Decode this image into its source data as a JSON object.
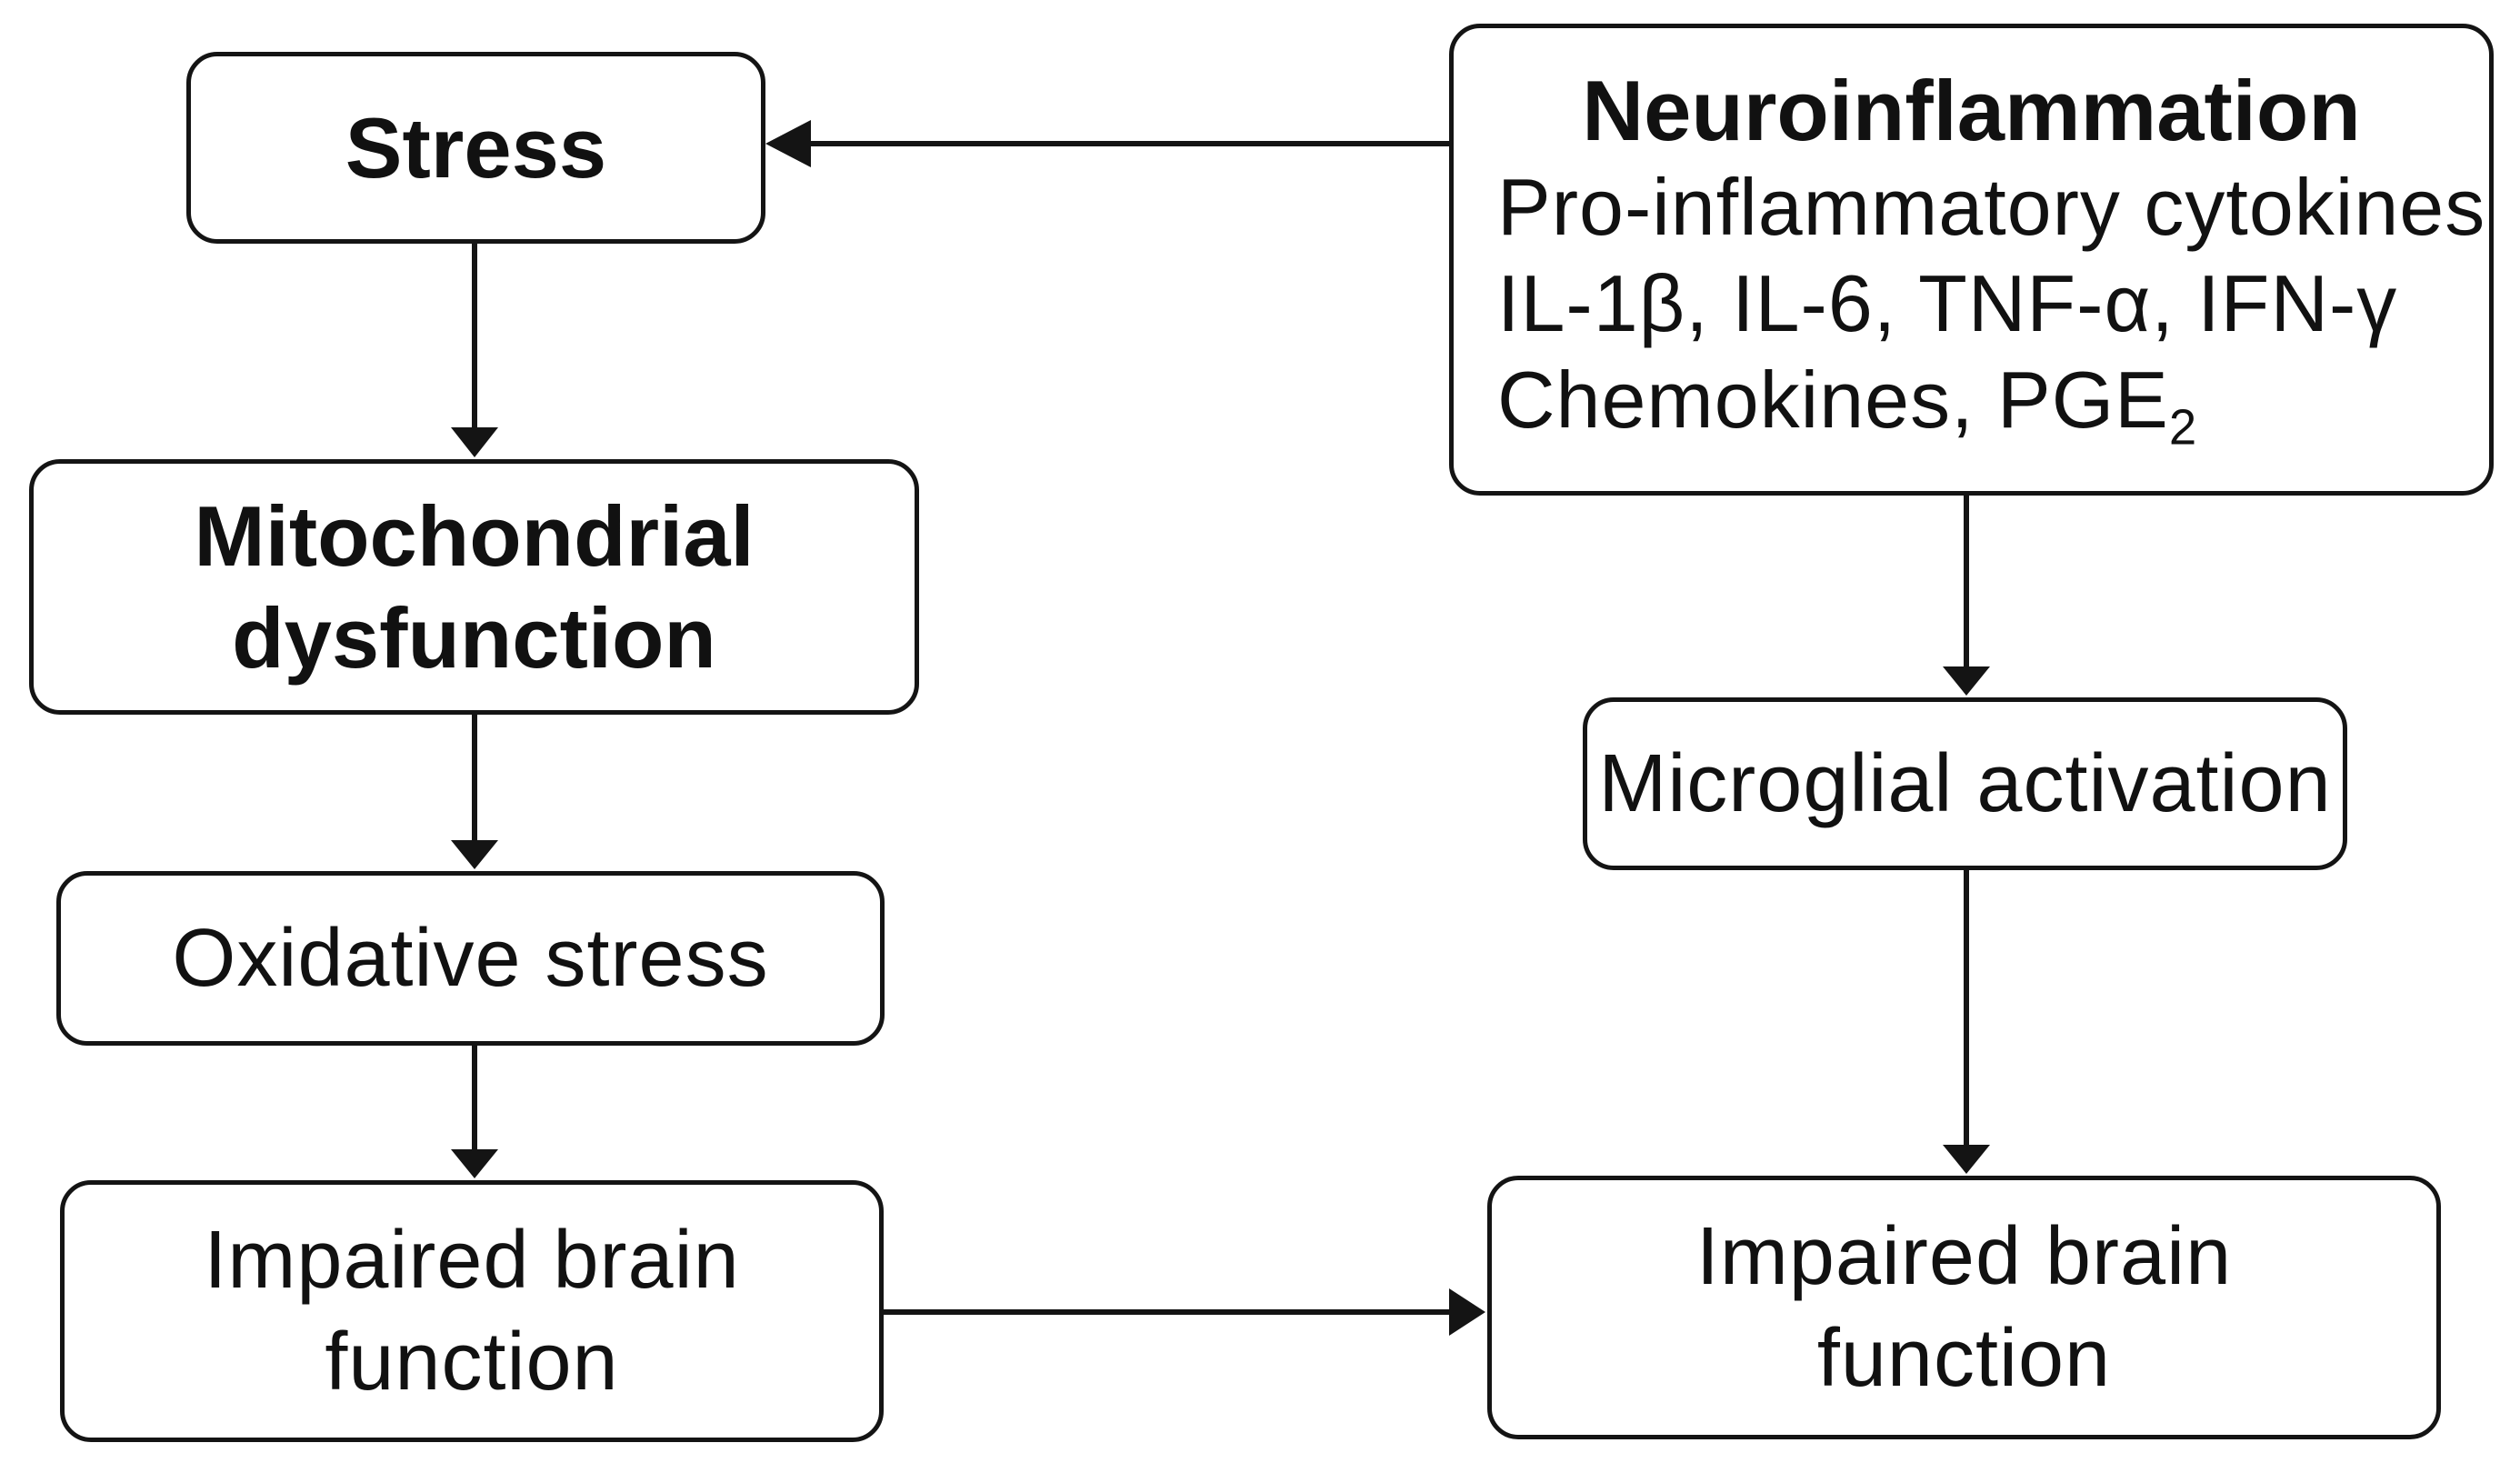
{
  "diagram": {
    "background": "#ffffff",
    "line_color": "#141414",
    "text_color": "#111111",
    "nodes": {
      "stress": {
        "label": "Stress"
      },
      "mitochondrial_dysfunction": {
        "lines": [
          "Mitochondrial",
          "dysfunction"
        ]
      },
      "oxidative_stress": {
        "label": "Oxidative stress"
      },
      "impaired_brain_function_left": {
        "lines": [
          "Impaired brain",
          "function"
        ]
      },
      "neuroinflammation": {
        "title": "Neuroinflammation",
        "line1": "Pro-inflammatory cytokines",
        "line2": "IL-1β, IL-6, TNF-α, IFN-γ",
        "line3_prefix": "Chemokines, PGE",
        "line3_subscript": "2"
      },
      "microglial_activation": {
        "label": "Microglial activation"
      },
      "impaired_brain_function_right": {
        "lines": [
          "Impaired brain",
          "function"
        ]
      }
    },
    "edges": [
      {
        "from": "neuroinflammation",
        "to": "stress"
      },
      {
        "from": "stress",
        "to": "mitochondrial_dysfunction"
      },
      {
        "from": "mitochondrial_dysfunction",
        "to": "oxidative_stress"
      },
      {
        "from": "oxidative_stress",
        "to": "impaired_brain_function_left"
      },
      {
        "from": "neuroinflammation",
        "to": "microglial_activation"
      },
      {
        "from": "microglial_activation",
        "to": "impaired_brain_function_right"
      },
      {
        "from": "impaired_brain_function_left",
        "to": "impaired_brain_function_right"
      }
    ]
  }
}
